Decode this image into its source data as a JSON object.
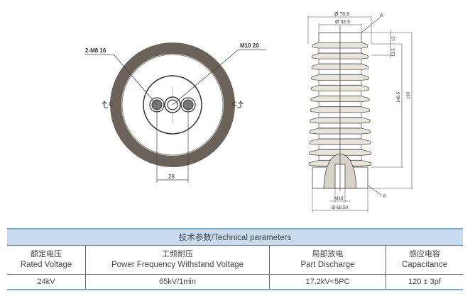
{
  "drawing": {
    "top_view": {
      "label_holes": "2-M8",
      "label_holes_depth": "16",
      "label_center": "M10",
      "label_center_depth": "20",
      "dim_spacing": "28",
      "section_mark": "C"
    },
    "side_view": {
      "dim_outer_diameter": "Ø 76.8",
      "dim_top_diameter": "Ø 52.5",
      "dim_top_height": "15",
      "dim_fin_pitch": "13.5",
      "dim_shed_height": "148.5",
      "dim_total_height": "190",
      "dim_thread": "M16",
      "dim_base_diameter": "Ø 68.50",
      "label_a": "A",
      "label_b": "B",
      "fin_count": 12
    },
    "colors": {
      "ring": "#6b625a",
      "line": "#444444",
      "fin_fill": "#e8e4dc"
    }
  },
  "table": {
    "title": "技术参数/Technical parameters",
    "columns": [
      {
        "cn": "额定电压",
        "en": "Rated Voltage",
        "value": "24kV"
      },
      {
        "cn": "工频耐压",
        "en": "Power Frequency Withstand Voltage",
        "value": "65kV/1min"
      },
      {
        "cn": "局部放电",
        "en": "Part Discharge",
        "value": "17.2kV<5PC"
      },
      {
        "cn": "感应电容",
        "en": "Capacitance",
        "value": "120 ± 3pf"
      }
    ],
    "colors": {
      "header_bg": "#c9dcef",
      "accent_border": "#7ba6cf"
    }
  }
}
